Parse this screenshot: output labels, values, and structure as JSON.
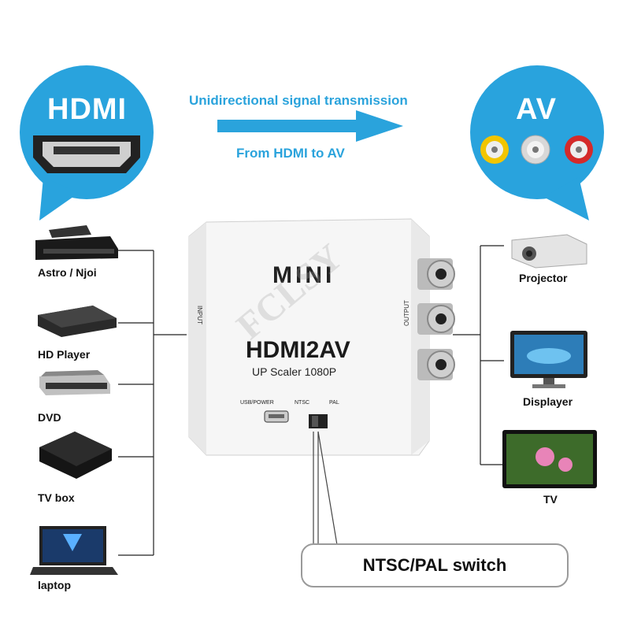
{
  "header": {
    "hdmi_title": "HDMI",
    "av_title": "AV",
    "transmission_text": "Unidirectional signal transmission",
    "direction_text": "From HDMI to AV"
  },
  "device": {
    "brand": "MINI",
    "model": "HDMI2AV",
    "subtitle": "UP Scaler 1080P",
    "input_label": "INPUT",
    "output_label": "OUTPUT",
    "usb_label": "USB/POWER",
    "ntsc_label": "NTSC",
    "pal_label": "PAL",
    "watermark": "FCLSY"
  },
  "sources": [
    {
      "label": "Astro / Njoi",
      "icon": "set-top-box-icon"
    },
    {
      "label": "HD Player",
      "icon": "hd-player-icon"
    },
    {
      "label": "DVD",
      "icon": "dvd-player-icon"
    },
    {
      "label": "TV box",
      "icon": "tv-box-icon"
    },
    {
      "label": "laptop",
      "icon": "laptop-icon"
    }
  ],
  "outputs": [
    {
      "label": "Projector",
      "icon": "projector-icon"
    },
    {
      "label": "Displayer",
      "icon": "monitor-icon"
    },
    {
      "label": "TV",
      "icon": "tv-icon"
    }
  ],
  "callout": {
    "switch_text": "NTSC/PAL switch"
  },
  "colors": {
    "accent_blue": "#29a3dd",
    "arrow_blue": "#2aa3dc",
    "rca_yellow": "#f2c500",
    "rca_white": "#d8d8d8",
    "rca_red": "#d42a2a"
  }
}
